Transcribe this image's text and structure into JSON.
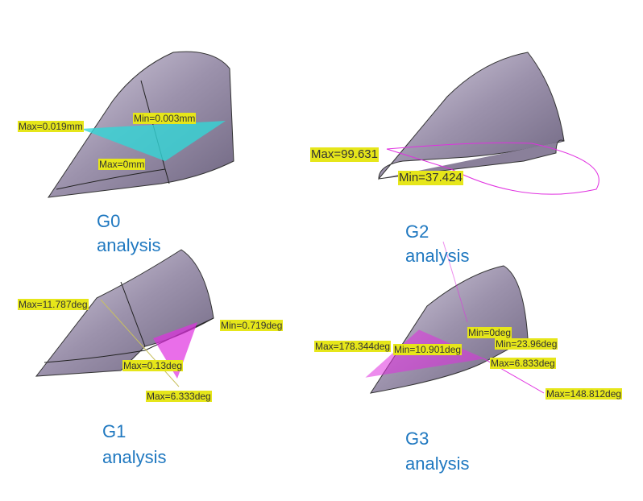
{
  "panels": {
    "g0": {
      "title": "G0",
      "subtitle": "analysis",
      "labels": [
        "Max=0.019mm",
        "Min=0.003mm",
        "Max=0mm"
      ]
    },
    "g2": {
      "title": "G2",
      "subtitle": "analysis",
      "labels": [
        "Max=99.631",
        "Min=37.424"
      ]
    },
    "g1": {
      "title": "G1",
      "subtitle": "analysis",
      "labels": [
        "Max=11.787deg",
        "Min=0.719deg",
        "Max=0.13deg",
        "Max=6.333deg"
      ]
    },
    "g3": {
      "title": "G3",
      "subtitle": "analysis",
      "labels": [
        "Max=178.344deg",
        "Min=10.901deg",
        "Min=0deg",
        "Min=23.96deg",
        "Max=6.833deg",
        "Max=148.812deg"
      ]
    }
  },
  "colors": {
    "surface": "#9a90a8",
    "label_bg": "#e6e61a",
    "caption": "#1f78c0",
    "g0_comb": "#33d6d6",
    "comb": "#e030e0"
  }
}
